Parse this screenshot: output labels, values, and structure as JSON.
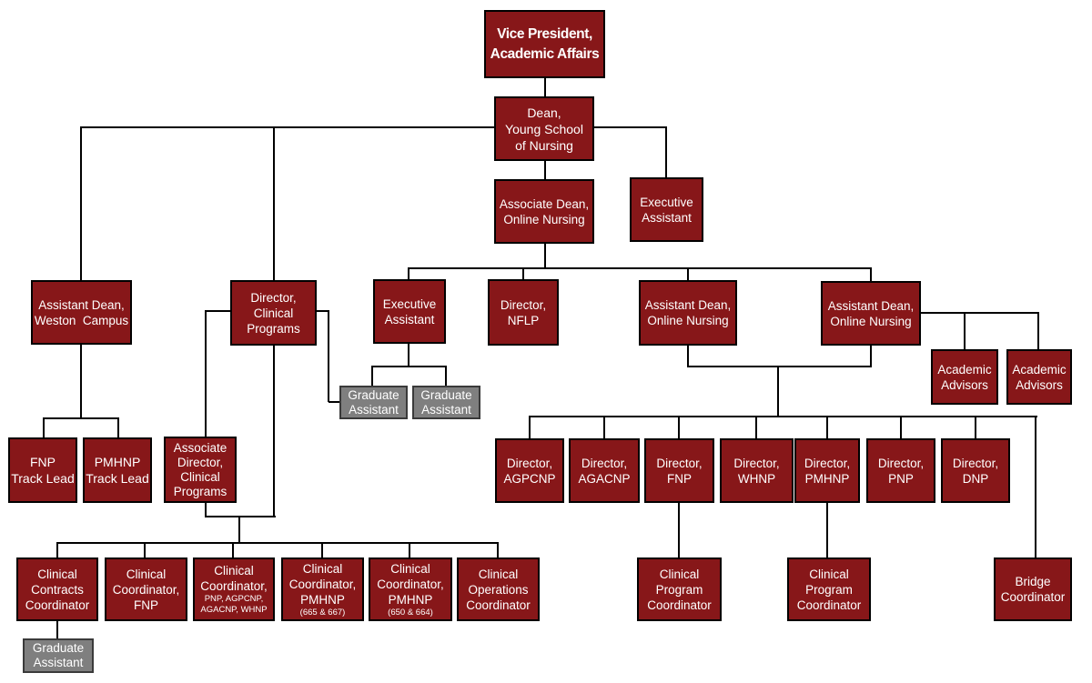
{
  "colors": {
    "box_fill": "#871719",
    "box_border": "#000000",
    "assistant_fill": "#7f7f7f",
    "assistant_border": "#3a3a3a",
    "text": "#ffffff",
    "connector": "#000000"
  },
  "nodes": {
    "vp": {
      "lines": [
        "Vice President,",
        "Academic Affairs"
      ]
    },
    "dean": {
      "lines": [
        "Dean,",
        "Young School",
        "of Nursing"
      ]
    },
    "assoc_dean_online": {
      "lines": [
        "Associate Dean,",
        "Online Nursing"
      ]
    },
    "exec_assistant_top": {
      "lines": [
        "Executive",
        "Assistant"
      ]
    },
    "exec_assistant_mid": {
      "lines": [
        "Executive",
        "Assistant"
      ]
    },
    "dir_nflp": {
      "lines": [
        "Director,",
        "NFLP"
      ]
    },
    "asst_dean_online_1": {
      "lines": [
        "Assistant Dean,",
        "Online Nursing"
      ]
    },
    "asst_dean_online_2": {
      "lines": [
        "Assistant Dean,",
        "Online Nursing"
      ]
    },
    "asst_dean_weston": {
      "lines": [
        "Assistant Dean,",
        "Weston  Campus"
      ]
    },
    "dir_clinical_programs": {
      "lines": [
        "Director,",
        "Clinical",
        "Programs"
      ]
    },
    "assoc_dir_clinical": {
      "lines": [
        "Associate",
        "Director,",
        "Clinical",
        "Programs"
      ]
    },
    "fnp_track_lead": {
      "lines": [
        "FNP",
        "Track Lead"
      ]
    },
    "pmhnp_track_lead": {
      "lines": [
        "PMHNP",
        "Track Lead"
      ]
    },
    "grad_assistant_left": {
      "lines": [
        "Graduate",
        "Assistant"
      ]
    },
    "grad_assistant_right": {
      "lines": [
        "Graduate",
        "Assistant"
      ]
    },
    "grad_assistant_bottom": {
      "lines": [
        "Graduate",
        "Assistant"
      ]
    },
    "academic_advisors_1": {
      "lines": [
        "Academic",
        "Advisors"
      ]
    },
    "academic_advisors_2": {
      "lines": [
        "Academic",
        "Advisors"
      ]
    },
    "clinical_program_coordinator_1": {
      "lines": [
        "Clinical",
        "Program",
        "Coordinator"
      ]
    },
    "clinical_program_coordinator_2": {
      "lines": [
        "Clinical",
        "Program",
        "Coordinator"
      ]
    },
    "bridge_coordinator": {
      "lines": [
        "Bridge",
        "Coordinator"
      ]
    }
  },
  "directors": [
    {
      "lines": [
        "Director,",
        "AGPCNP"
      ]
    },
    {
      "lines": [
        "Director,",
        "AGACNP"
      ]
    },
    {
      "lines": [
        "Director,",
        "FNP"
      ]
    },
    {
      "lines": [
        "Director,",
        "WHNP"
      ]
    },
    {
      "lines": [
        "Director,",
        "PMHNP"
      ]
    },
    {
      "lines": [
        "Director,",
        "PNP"
      ]
    },
    {
      "lines": [
        "Director,",
        "DNP"
      ]
    }
  ],
  "clinical_coordinators": [
    {
      "lines": [
        "Clinical",
        "Contracts",
        "Coordinator"
      ]
    },
    {
      "lines": [
        "Clinical",
        "Coordinator,",
        "FNP"
      ]
    },
    {
      "lines": [
        "Clinical",
        "Coordinator,"
      ],
      "small": [
        "PNP, AGPCNP,",
        "AGACNP, WHNP"
      ]
    },
    {
      "lines": [
        "Clinical",
        "Coordinator,",
        "PMHNP"
      ],
      "small": [
        "(665 & 667)"
      ]
    },
    {
      "lines": [
        "Clinical",
        "Coordinator,",
        "PMHNP"
      ],
      "small": [
        "(650 & 664)"
      ]
    },
    {
      "lines": [
        "Clinical",
        "Operations",
        "Coordinator"
      ]
    }
  ]
}
